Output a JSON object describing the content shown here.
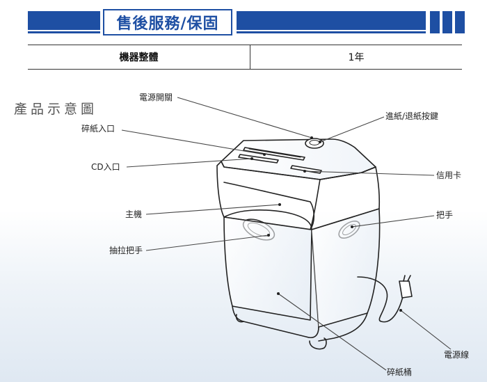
{
  "header": {
    "title": "售後服務/保固",
    "accent_color": "#1e4fa3"
  },
  "warranty_table": {
    "item": "機器整體",
    "period": "1年"
  },
  "diagram": {
    "title": "產品示意圖",
    "labels": {
      "power_switch": "電源開關",
      "forward_reverse_button": "進紙/退紙按鍵",
      "paper_inlet": "碎紙入口",
      "cd_inlet": "CD入口",
      "credit_card": "信用卡",
      "main_unit": "主機",
      "handle": "把手",
      "pull_handle": "抽拉把手",
      "power_cord": "電源線",
      "waste_bin": "碎紙桶"
    }
  }
}
